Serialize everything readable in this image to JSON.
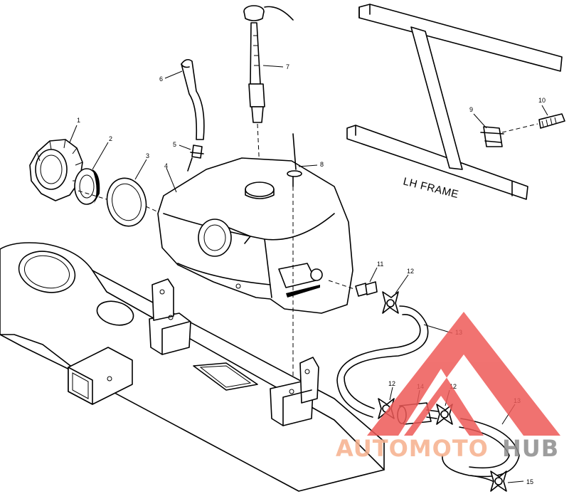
{
  "frame_label": "LH FRAME",
  "callouts": {
    "c1": "1",
    "c2": "2",
    "c3": "3",
    "c4": "4",
    "c5": "5",
    "c6": "6",
    "c7": "7",
    "c8": "8",
    "c9": "9",
    "c10": "10",
    "c11": "11",
    "c12a": "12",
    "c12b": "12",
    "c12c": "12",
    "c13a": "13",
    "c13b": "13",
    "c14": "14",
    "c15": "15"
  },
  "watermark": {
    "part1": "AUTOMOTO",
    "part2": "HUB",
    "color_part1": "#f6b08c",
    "color_part2": "#8c8c8c",
    "triangle_color": "#ee5a58"
  }
}
